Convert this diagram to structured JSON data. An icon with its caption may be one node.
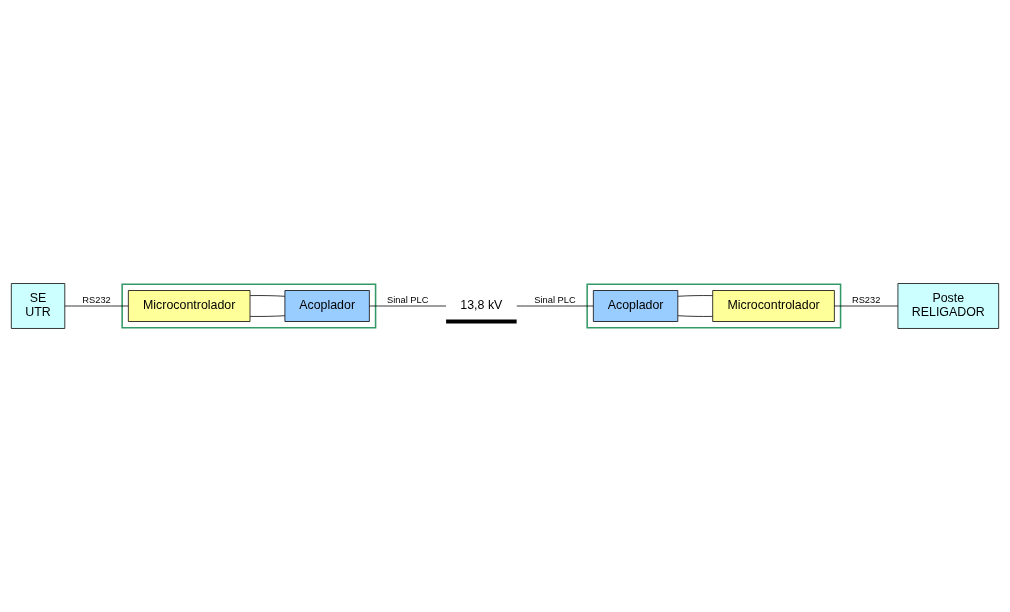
{
  "diagram": {
    "nodes": [
      {
        "text": [
          "SE",
          "UTR"
        ]
      },
      {
        "text": [],
        "shape": "box"
      },
      {
        "text": [
          "Microcontrolador"
        ],
        "in": 1
      },
      {
        "text": [
          "Acoplador"
        ],
        "in": 1
      },
      {
        "text": [
          "13,8 kV"
        ]
      },
      {
        "text": [],
        "shape": "box"
      },
      {
        "text": [
          "Acoplador"
        ],
        "in": 5
      },
      {
        "text": [
          "Microcontrolador"
        ],
        "in": 5
      },
      {
        "text": [
          "Poste",
          "RELIGADOR"
        ]
      }
    ],
    "edges": [
      {
        "from": 0,
        "to": 2,
        "arrow": "none",
        "label": "RS232"
      },
      {
        "from": 2,
        "to": 3,
        "arrow": "none"
      },
      {
        "from": 2,
        "to": 3,
        "arrow": "none"
      },
      {
        "from": 3,
        "to": 4,
        "arrow": "none",
        "label": "Sinal PLC"
      },
      {
        "from": 4,
        "to": 6,
        "arrow": "none",
        "label": "Sinal PLC"
      },
      {
        "from": 6,
        "to": 7,
        "arrow": "none"
      },
      {
        "from": 6,
        "to": 7,
        "arrow": "none"
      },
      {
        "from": 7,
        "to": 8,
        "arrow": "none",
        "label": "RS232"
      }
    ]
  }
}
